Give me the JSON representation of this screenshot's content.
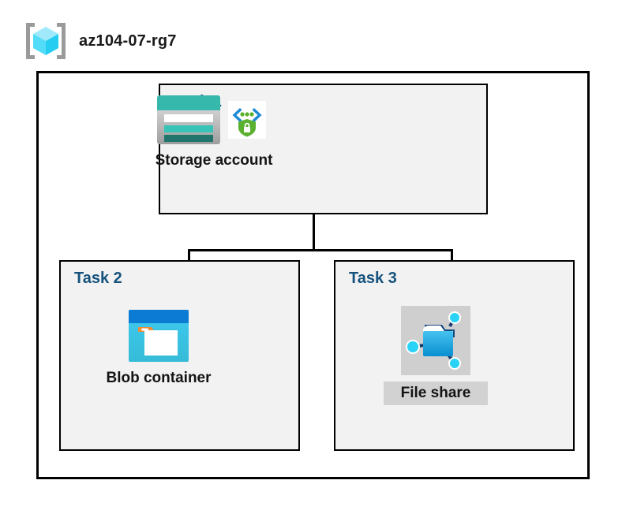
{
  "header": {
    "icon": "resource-group-icon",
    "title": "az104-07-rg7"
  },
  "container": {
    "name": "resource-group-boundary"
  },
  "tasks": [
    {
      "id": "task1",
      "label": "Task 1",
      "node": {
        "caption": "Storage account",
        "icons": [
          "storage-account-icon",
          "secure-endpoint-shield-icon"
        ]
      }
    },
    {
      "id": "task2",
      "label": "Task 2",
      "node": {
        "caption": "Blob container",
        "icons": [
          "blob-container-icon"
        ]
      }
    },
    {
      "id": "task3",
      "label": "Task 3",
      "node": {
        "caption": "File share",
        "icons": [
          "file-share-icon"
        ]
      }
    }
  ],
  "connectors": [
    {
      "name": "storage-to-split-trunk",
      "orientation": "vertical"
    },
    {
      "name": "split-bar",
      "orientation": "horizontal"
    },
    {
      "name": "split-to-blob-container",
      "orientation": "vertical"
    },
    {
      "name": "split-to-file-share",
      "orientation": "vertical"
    }
  ],
  "colors": {
    "canvas": "#ffffff",
    "task_box_fill": "#f2f2f2",
    "task_box_border": "#000000",
    "task_label": "#15527d",
    "caption_text": "#141414",
    "plate_gray": "#d2d2d2",
    "storage_teal": "#37b8ac",
    "storage_teal_dark": "#21756c",
    "blob_blue": "#0c7bd4",
    "blob_cyan": "#32c8ea",
    "blob_orange": "#f28b32",
    "shield_green": "#5bb12f",
    "bracket_gray": "#9a9a9a",
    "cube_cyan": "#52dcf7"
  }
}
